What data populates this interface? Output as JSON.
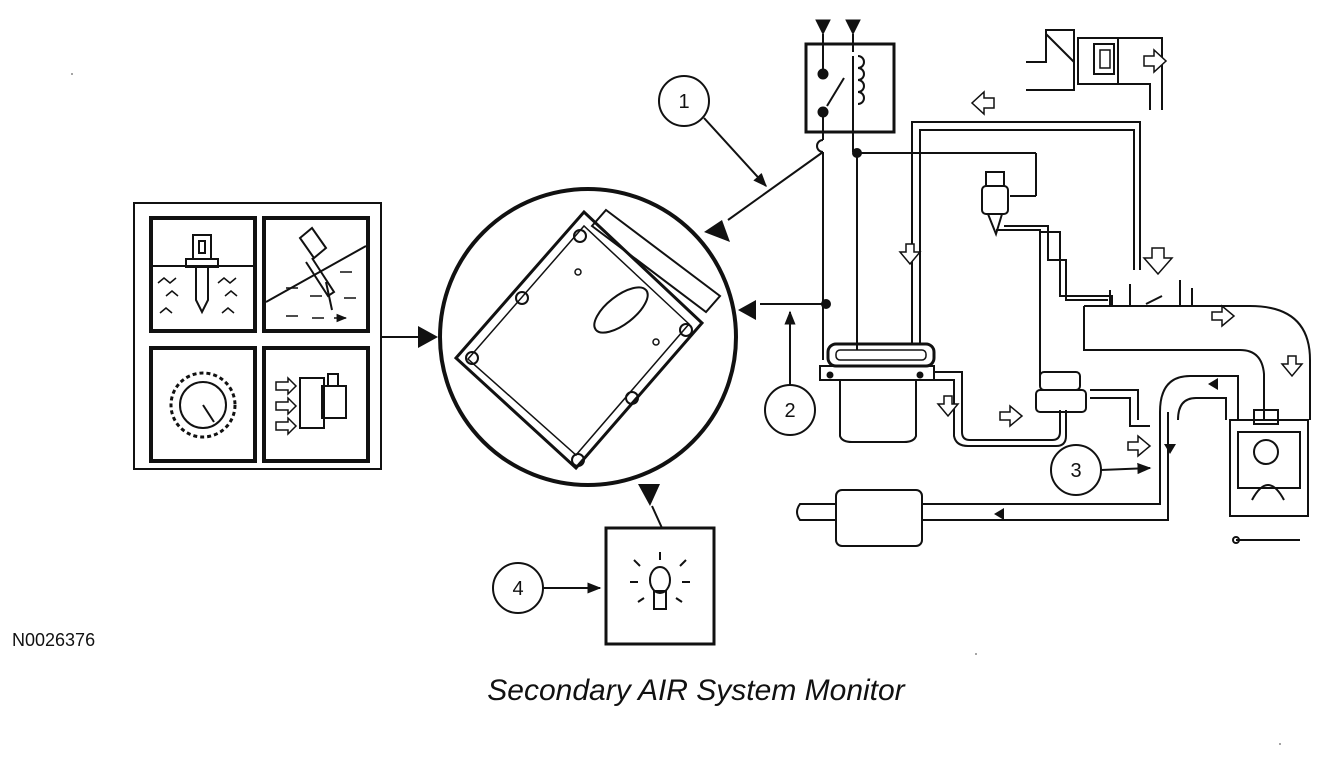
{
  "reference_id": "N0026376",
  "caption": "Secondary AIR System Monitor",
  "callouts": [
    "1",
    "2",
    "3",
    "4"
  ],
  "icons": {
    "sensor_panel": [
      "coolant-temp-sensor-icon",
      "throttle-position-sensor-icon",
      "crankshaft-position-sensor-icon",
      "mass-airflow-sensor-icon"
    ],
    "controller": "pcm-module-icon",
    "lamp": "malfunction-indicator-lamp-icon",
    "relay": "air-pump-relay-icon",
    "pump": "air-pump-icon",
    "valve": "air-diverter-valve-icon",
    "solenoid": "vacuum-solenoid-icon",
    "maf": "mass-airflow-meter-icon",
    "exhaust": "exhaust-muffler-icon"
  }
}
